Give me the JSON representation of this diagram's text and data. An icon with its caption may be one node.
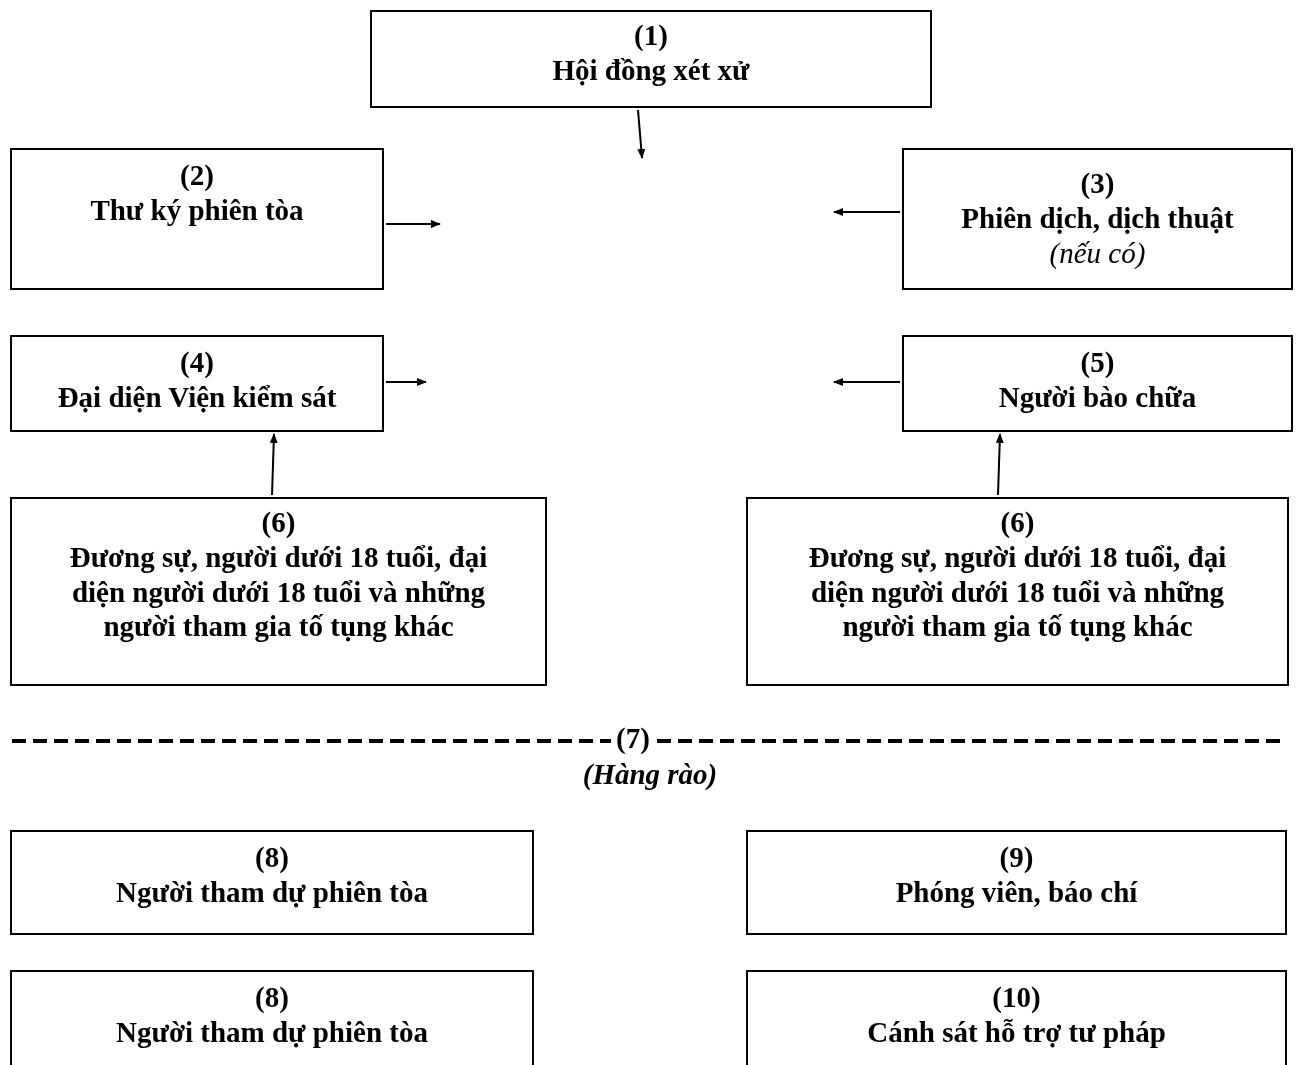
{
  "diagram": {
    "nodes": [
      {
        "text": [
          "(1)",
          "Hội đồng xét xử"
        ]
      },
      {
        "text": [
          "(2)",
          "Thư ký phiên tòa"
        ]
      },
      {
        "text": [
          "(3)",
          "Phiên dịch, dịch thuật",
          "(nếu có)"
        ]
      },
      {
        "text": [
          "(4)",
          "Đại diện Viện kiểm sát"
        ]
      },
      {
        "text": [
          "(5)",
          "Người bào chữa"
        ]
      },
      {
        "text": [
          "(6)",
          "Đương sự, người dưới 18 tuổi, đại diện người dưới 18 tuổi và những người tham gia tố tụng khác"
        ]
      },
      {
        "text": [
          "(6)",
          "Đương sự, người dưới 18 tuổi, đại diện người dưới 18 tuổi và những người tham gia tố tụng khác"
        ]
      },
      {
        "text": [
          "(8)",
          "Người tham dự phiên tòa"
        ]
      },
      {
        "text": [
          "(9)",
          "Phóng viên, báo chí"
        ]
      },
      {
        "text": [
          "(8)",
          "Người tham dự phiên tòa"
        ]
      },
      {
        "text": [
          "(10)",
          "Cánh sát hỗ trợ tư pháp"
        ]
      }
    ],
    "edges": [
      {
        "from": 0,
        "to": null,
        "arrow": "to"
      },
      {
        "from": 1,
        "to": null,
        "arrow": "to"
      },
      {
        "from": 2,
        "to": null,
        "arrow": "to"
      },
      {
        "from": 3,
        "to": null,
        "arrow": "to"
      },
      {
        "from": 4,
        "to": null,
        "arrow": "to"
      },
      {
        "from": 5,
        "to": 3,
        "arrow": "to"
      },
      {
        "from": 6,
        "to": 4,
        "arrow": "to"
      }
    ],
    "labels": [
      "(7)",
      "(Hàng rào)"
    ]
  }
}
